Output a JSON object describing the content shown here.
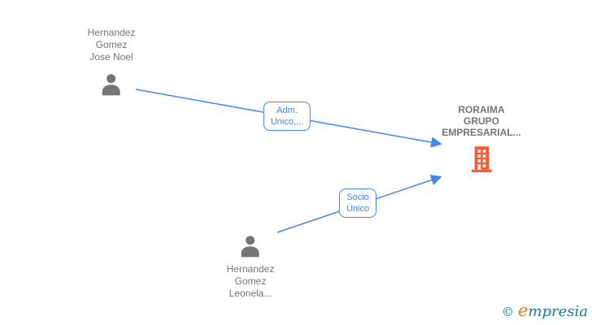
{
  "diagram": {
    "nodes": {
      "person_top": {
        "name": "Hernandez\nGomez\nJose Noel",
        "icon": "person-icon"
      },
      "person_bottom": {
        "name": "Hernandez\nGomez\nLeonela...",
        "icon": "person-icon"
      },
      "company": {
        "name": "RORAIMA\nGRUPO\nEMPRESARIAL...",
        "icon": "building-icon"
      }
    },
    "edges": [
      {
        "from": "person_top",
        "to": "company",
        "label": "Adm.\nUnico,..."
      },
      {
        "from": "person_bottom",
        "to": "company",
        "label": "Socio\nÚnico"
      }
    ]
  },
  "footer": {
    "copyright_symbol": "©",
    "brand_first_letter": "e",
    "brand_rest": "mpresia"
  },
  "colors": {
    "edge_blue": "#4285f4",
    "node_text_gray": "#757575",
    "person_icon_gray": "#757575",
    "building_orange": "#fa5b32",
    "brand_teal": "#1b7b8c",
    "brand_orange": "#ef7d1a"
  }
}
